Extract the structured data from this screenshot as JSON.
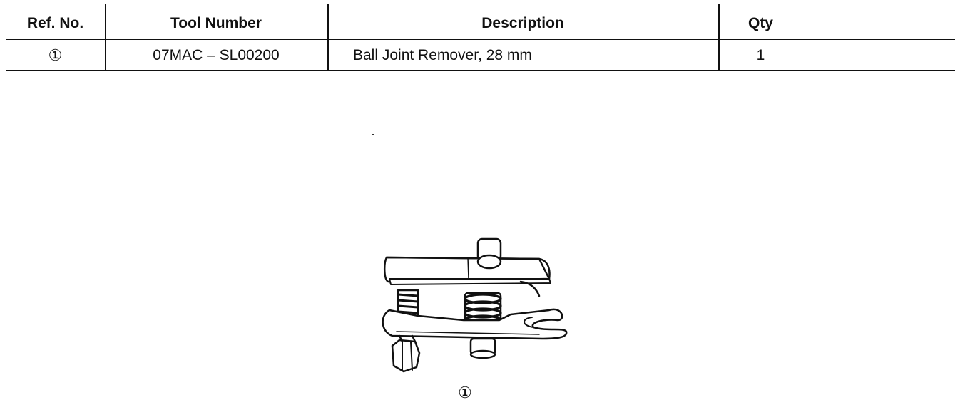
{
  "table": {
    "headers": {
      "ref_no": "Ref. No.",
      "tool_number": "Tool Number",
      "description": "Description",
      "qty": "Qty"
    },
    "rows": [
      {
        "ref_no": "①",
        "tool_number": "07MAC – SL00200",
        "description": "Ball Joint Remover, 28 mm",
        "qty": "1"
      }
    ]
  },
  "figure": {
    "label": "①",
    "icon": "ball-joint-remover-illustration"
  }
}
